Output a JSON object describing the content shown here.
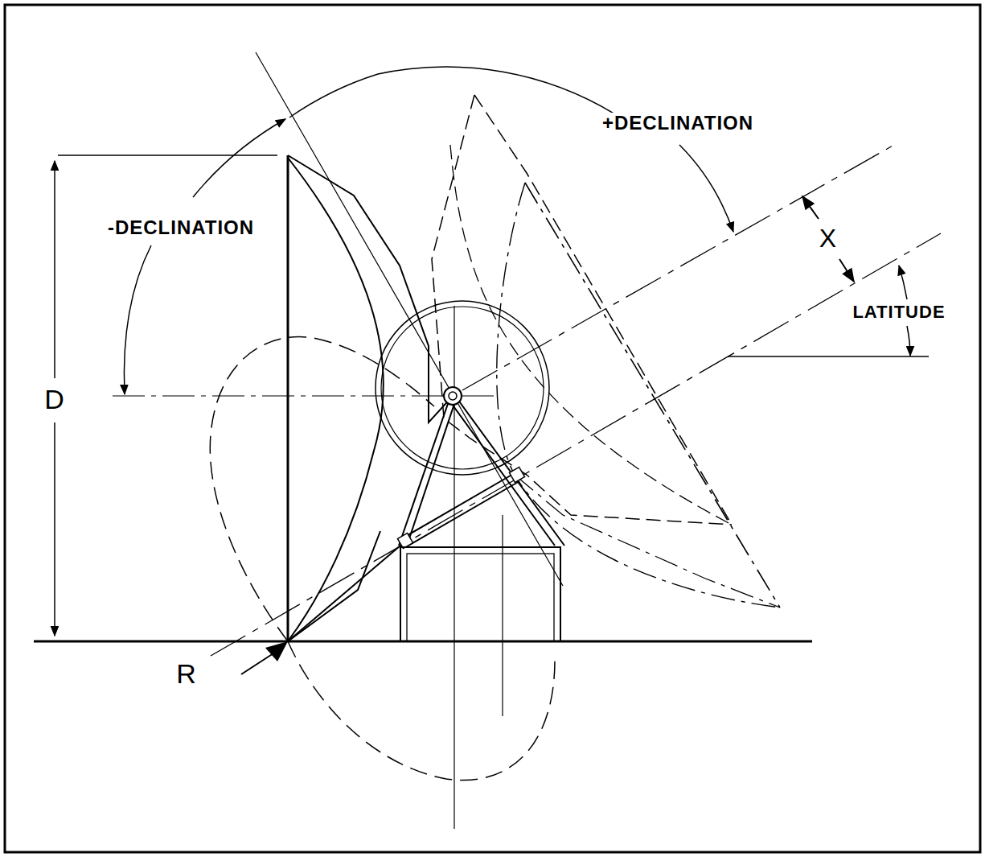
{
  "diagram": {
    "labels": [
      "+DECLINATION",
      "-DECLINATION",
      "X",
      "LATITUDE",
      "D",
      "R"
    ]
  }
}
